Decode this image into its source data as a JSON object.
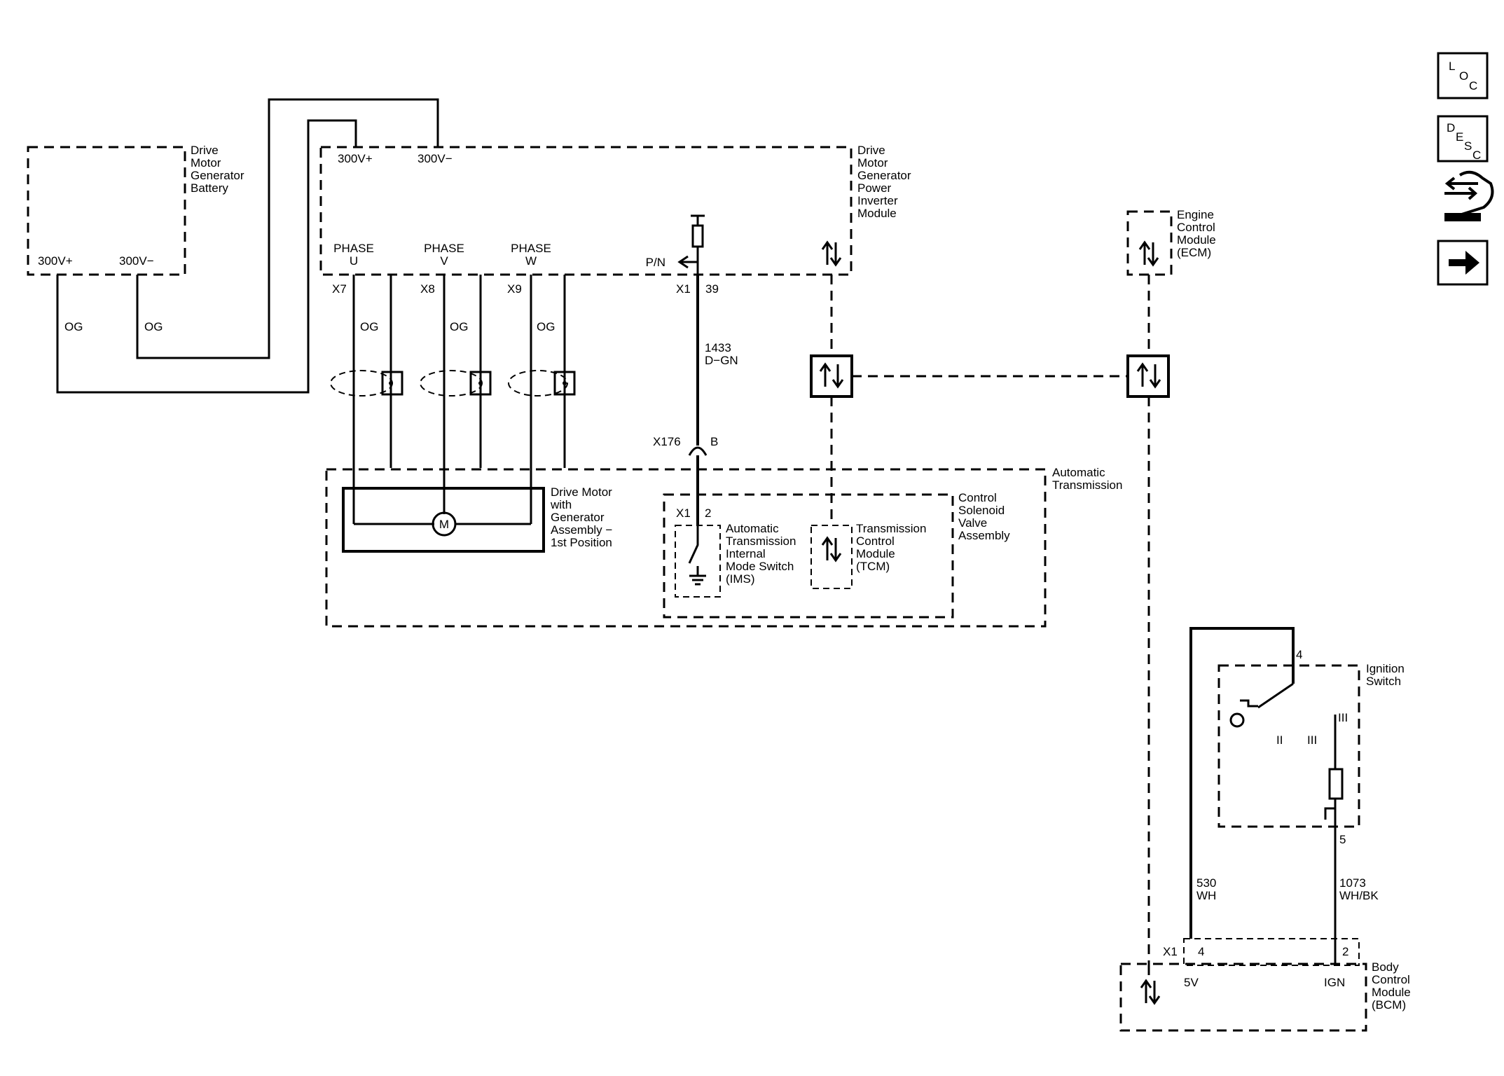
{
  "nav": {
    "loc": {
      "l1": "L",
      "l2": "O",
      "l3": "C"
    },
    "desc": {
      "l1": "D",
      "l2": "E",
      "l3": "S",
      "l4": "C"
    }
  },
  "battery": {
    "lines": [
      "Drive",
      "Motor",
      "Generator",
      "Battery"
    ],
    "pos": "300V+",
    "neg": "300V−",
    "wire_pos": "OG",
    "wire_neg": "OG"
  },
  "inverter": {
    "lines": [
      "Drive",
      "Motor",
      "Generator",
      "Power",
      "Inverter",
      "Module"
    ],
    "hv_pos": "300V+",
    "hv_neg": "300V−",
    "phases": [
      {
        "top": "PHASE",
        "letter": "U",
        "conn": "X7",
        "wire": "OG"
      },
      {
        "top": "PHASE",
        "letter": "V",
        "conn": "X8",
        "wire": "OG"
      },
      {
        "top": "PHASE",
        "letter": "W",
        "conn": "X9",
        "wire": "OG"
      }
    ],
    "pn": "P/N",
    "conn": "X1",
    "pin": "39"
  },
  "circuit_1433": {
    "num": "1433",
    "color": "D−GN"
  },
  "inline_conn": {
    "id": "X176",
    "pin": "B"
  },
  "transmission": {
    "lines": [
      "Automatic",
      "Transmission"
    ]
  },
  "motor": {
    "lines": [
      "Drive Motor",
      "with",
      "Generator",
      "Assembly −",
      "1st Position"
    ],
    "symbol": "M"
  },
  "solenoid": {
    "lines": [
      "Control",
      "Solenoid",
      "Valve",
      "Assembly"
    ]
  },
  "ims": {
    "conn": "X1",
    "pin": "2",
    "lines": [
      "Automatic",
      "Transmission",
      "Internal",
      "Mode Switch",
      "(IMS)"
    ]
  },
  "tcm": {
    "lines": [
      "Transmission",
      "Control",
      "Module",
      "(TCM)"
    ]
  },
  "ecm": {
    "lines": [
      "Engine",
      "Control",
      "Module",
      "(ECM)"
    ]
  },
  "ignition": {
    "lines": [
      "Ignition",
      "Switch"
    ],
    "pin_top": "4",
    "pin_bottom": "5",
    "pos_2": "II",
    "pos_3": "III",
    "pos_3b": "III"
  },
  "circuit_530": {
    "num": "530",
    "color": "WH"
  },
  "circuit_1073": {
    "num": "1073",
    "color": "WH/BK"
  },
  "bcm": {
    "lines": [
      "Body",
      "Control",
      "Module",
      "(BCM)"
    ],
    "conn": "X1",
    "pin_5v": "4",
    "pin_ign": "2",
    "label_5v": "5V",
    "label_ign": "IGN"
  }
}
